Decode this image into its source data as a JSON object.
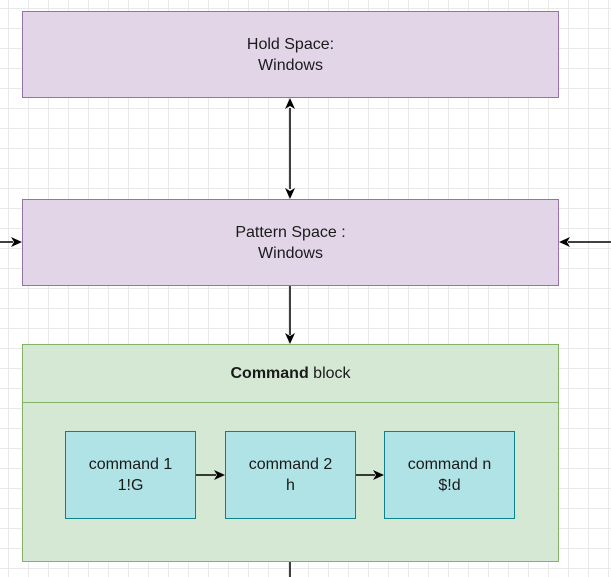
{
  "hold_space": {
    "line1": "Hold Space:",
    "line2": "Windows"
  },
  "pattern_space": {
    "line1": "Pattern Space :",
    "line2": "Windows"
  },
  "command_block": {
    "title_bold": "Command",
    "title_rest": " block",
    "commands": [
      {
        "name": "command 1",
        "code": "1!G"
      },
      {
        "name": "command 2",
        "code": "h"
      },
      {
        "name": "command n",
        "code": "$!d"
      }
    ]
  },
  "colors": {
    "space_fill": "#e1d5e7",
    "space_stroke": "#9673a6",
    "block_fill": "#d5e8d4",
    "block_stroke": "#82b366",
    "command_fill": "#b0e3e6",
    "command_stroke": "#0e8088"
  }
}
